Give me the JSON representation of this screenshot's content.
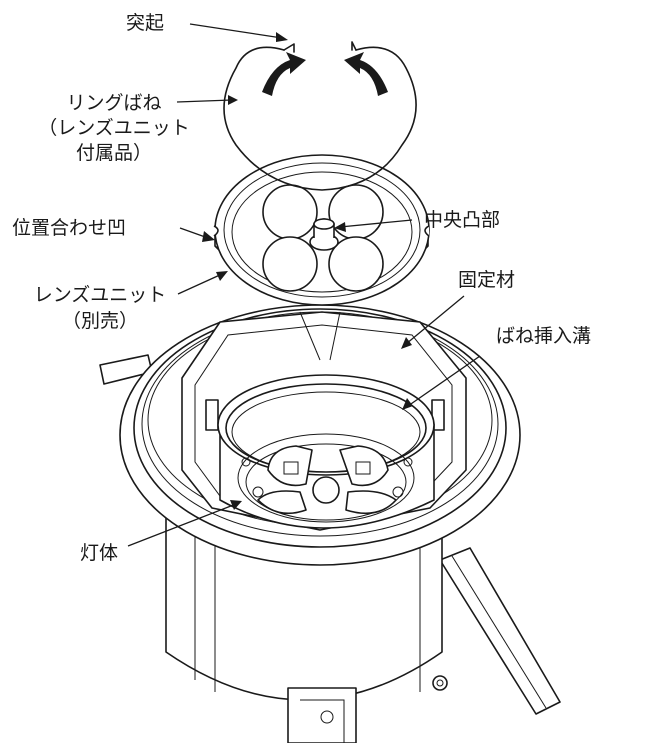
{
  "labels": {
    "protrusion": "突起",
    "ring_spring_line1": "リングばね",
    "ring_spring_line2": "（レンズユニット",
    "ring_spring_line3": "付属品）",
    "alignment_notch": "位置合わせ凹",
    "lens_unit_line1": "レンズユニット",
    "lens_unit_line2": "（別売）",
    "center_boss": "中央凸部",
    "fixing_member": "固定材",
    "spring_groove": "ばね挿入溝",
    "lamp_body": "灯体"
  },
  "colors": {
    "line": "#1a1a1a",
    "background": "#ffffff"
  },
  "icons": [
    "rotation-arrow-icon",
    "rotation-arrow-icon"
  ]
}
